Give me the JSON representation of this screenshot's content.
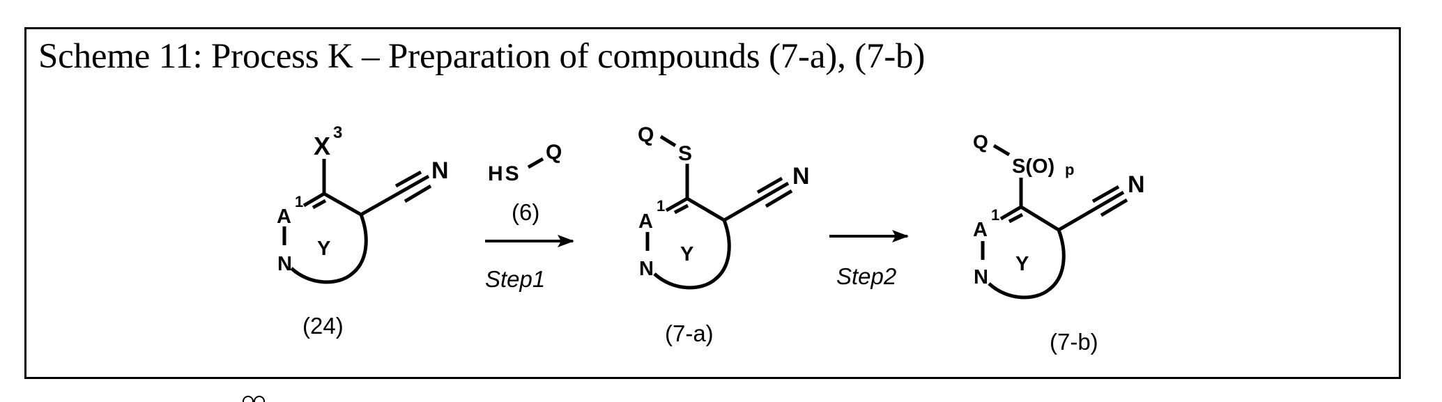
{
  "scheme": {
    "title": "Scheme 11: Process K – Preparation of compounds (7-a), (7-b)"
  },
  "compounds": [
    {
      "id": "24",
      "label": "(24)",
      "substituent": "X",
      "substituent_superscript": "3",
      "ring_atoms": {
        "a": "A",
        "a_superscript": "1",
        "n": "N",
        "ring": "Y"
      },
      "nitrile_n": "N"
    },
    {
      "id": "7-a",
      "label": "(7-a)",
      "substituent": "S",
      "substituent_r": "Q",
      "ring_atoms": {
        "a": "A",
        "a_superscript": "1",
        "n": "N",
        "ring": "Y"
      },
      "nitrile_n": "N"
    },
    {
      "id": "7-b",
      "label": "(7-b)",
      "substituent": "S(O)",
      "substituent_subscript": "p",
      "substituent_r": "Q",
      "ring_atoms": {
        "a": "A",
        "a_superscript": "1",
        "n": "N",
        "ring": "Y"
      },
      "nitrile_n": "N"
    }
  ],
  "reagent": {
    "formula_left": "HS",
    "formula_right": "Q",
    "label": "(6)"
  },
  "steps": [
    {
      "label": "Step1"
    },
    {
      "label": "Step2"
    }
  ]
}
